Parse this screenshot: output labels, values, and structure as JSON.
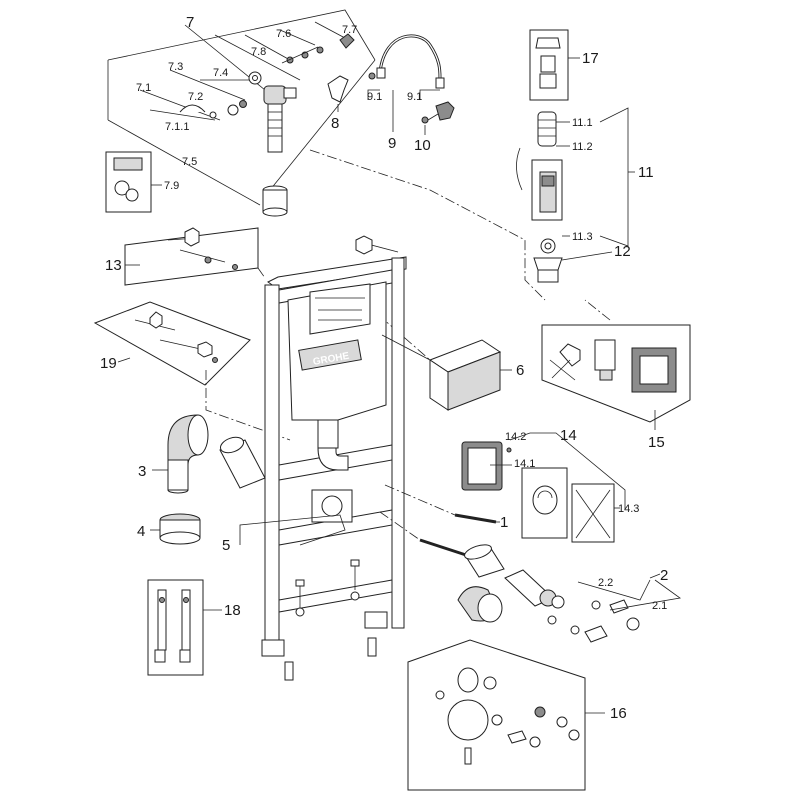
{
  "brand": "GROHE",
  "labels": {
    "l7": "7",
    "l7_6": "7.6",
    "l7_7": "7.7",
    "l7_8": "7.8",
    "l7_3": "7.3",
    "l7_4": "7.4",
    "l7_1": "7.1",
    "l7_2": "7.2",
    "l7_1_1": "7.1.1",
    "l7_5": "7.5",
    "l7_9": "7.9",
    "l8": "8",
    "l9": "9",
    "l9_1a": "9.1",
    "l9_1b": "9.1",
    "l10": "10",
    "l17": "17",
    "l11_1": "11.1",
    "l11_2": "11.2",
    "l11": "11",
    "l11_3": "11.3",
    "l12": "12",
    "l13": "13",
    "l19": "19",
    "l6": "6",
    "l15": "15",
    "l14": "14",
    "l14_1": "14.1",
    "l14_2": "14.2",
    "l14_3": "14.3",
    "l3": "3",
    "l4": "4",
    "l5": "5",
    "l1": "1",
    "l2": "2",
    "l2_1": "2.1",
    "l2_2": "2.2",
    "l18": "18",
    "l16": "16"
  }
}
